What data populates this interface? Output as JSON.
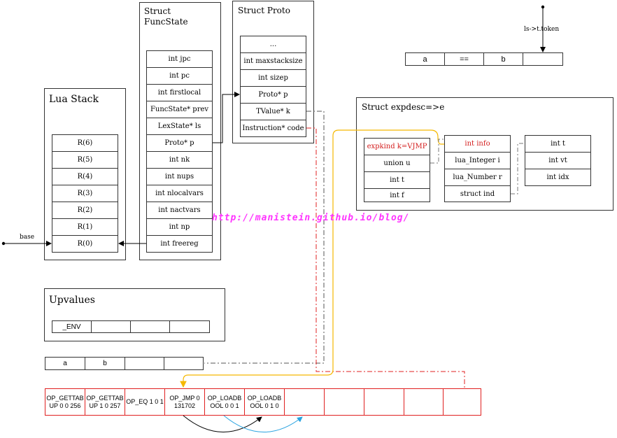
{
  "lua_stack": {
    "title": "Lua Stack",
    "registers": [
      "R(6)",
      "R(5)",
      "R(4)",
      "R(3)",
      "R(2)",
      "R(1)",
      "R(0)"
    ],
    "base_label": "base"
  },
  "funcstate": {
    "title": "Struct\nFuncState",
    "fields": [
      "int jpc",
      "int pc",
      "int firstlocal",
      "FuncState* prev",
      "LexState* ls",
      "Proto* p",
      "int nk",
      "int nups",
      "int nlocalvars",
      "int nactvars",
      "int np",
      "int freereg"
    ]
  },
  "proto": {
    "title": "Struct Proto",
    "fields": [
      "...",
      "int maxstacksize",
      "int sizep",
      "Proto* p",
      "TValue* k",
      "Instruction* code"
    ]
  },
  "token": {
    "label": "ls->t.token",
    "cells": [
      "a",
      "==",
      "b",
      ""
    ]
  },
  "expdesc": {
    "title": "Struct expdesc=>e",
    "left_fields": [
      "expkind k=VJMP",
      "union u",
      "int t",
      "int f"
    ],
    "union_fields": [
      "int info",
      "lua_Integer i",
      "lua_Number r",
      "struct ind"
    ],
    "ind_fields": [
      "int t",
      "int vt",
      "int idx"
    ]
  },
  "upvalues": {
    "title": "Upvalues",
    "cells": [
      "_ENV",
      "",
      "",
      ""
    ]
  },
  "constants": {
    "cells": [
      "a",
      "b",
      "",
      ""
    ]
  },
  "code": {
    "cells": [
      "OP_GETTAB\nUP 0 0 256",
      "OP_GETTAB\nUP 1 0 257",
      "OP_EQ 1 0 1",
      "OP_JMP 0\n131702",
      "OP_LOADB\nOOL 0 0 1",
      "OP_LOADB\nOOL 0 1 0",
      "",
      "",
      "",
      "",
      "",
      ""
    ]
  },
  "watermark": "http://manistein.github.io/blog/",
  "colors": {
    "red": "#e02020",
    "orange": "#f5b800",
    "blue": "#29a3e0",
    "magenta": "#ff33ff"
  }
}
